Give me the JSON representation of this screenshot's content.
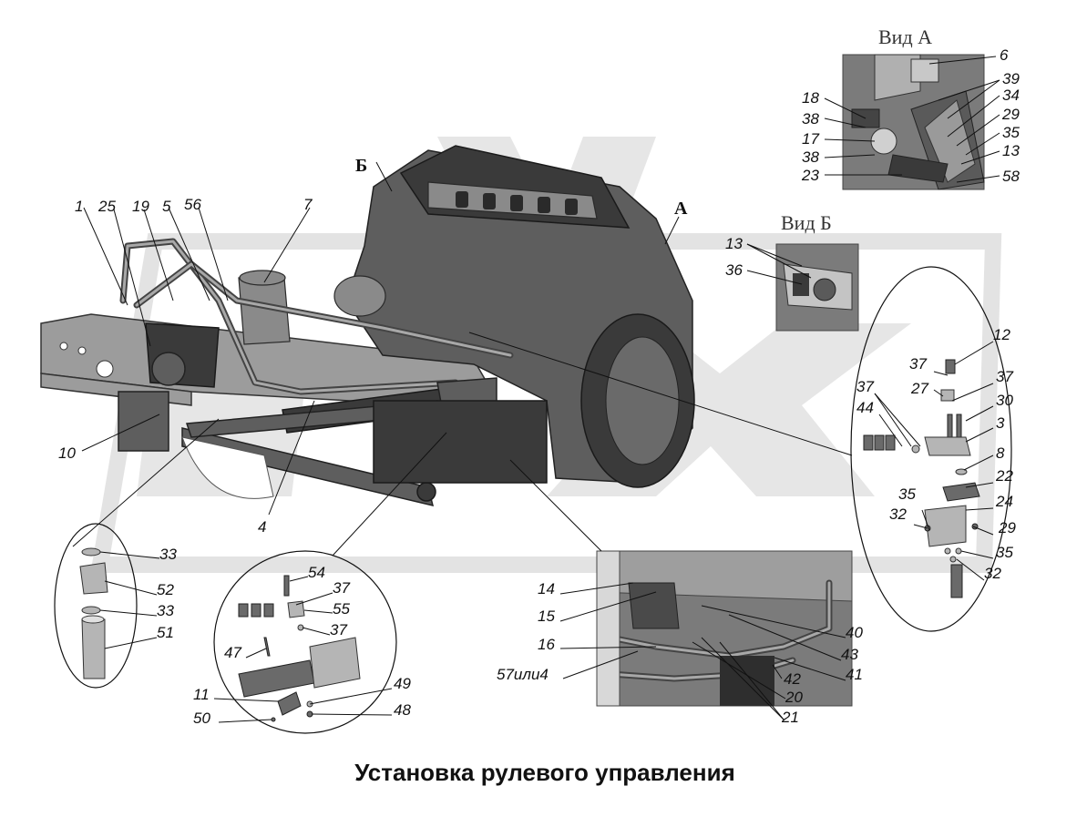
{
  "caption": "Установка рулевого управления",
  "views": {
    "view_a_title": "Вид А",
    "view_b_title": "Вид Б",
    "dir_a": "А",
    "dir_b": "Б"
  },
  "callouts": {
    "main_1": "1",
    "main_25": "25",
    "main_19": "19",
    "main_5": "5",
    "main_56": "56",
    "main_7": "7",
    "main_10": "10",
    "main_4": "4",
    "va_6": "6",
    "va_39": "39",
    "va_18": "18",
    "va_34": "34",
    "va_38a": "38",
    "va_29": "29",
    "va_17": "17",
    "va_35": "35",
    "va_38b": "38",
    "va_13": "13",
    "va_23": "23",
    "va_58": "58",
    "vb_13": "13",
    "vb_36": "36",
    "r_12": "12",
    "r_37a": "37",
    "r_27": "27",
    "r_37b": "37",
    "r_37c": "37",
    "r_30": "30",
    "r_44": "44",
    "r_3": "3",
    "r_8": "8",
    "r_22": "22",
    "r_24": "24",
    "r_35a": "35",
    "r_32a": "32",
    "r_29": "29",
    "r_35b": "35",
    "r_32b": "32",
    "l_33a": "33",
    "l_52": "52",
    "l_33b": "33",
    "l_51": "51",
    "c_54": "54",
    "c_37a": "37",
    "c_55": "55",
    "c_37b": "37",
    "c_47": "47",
    "c_49": "49",
    "c_11": "11",
    "c_48": "48",
    "c_50": "50",
    "b_14": "14",
    "b_15": "15",
    "b_40": "40",
    "b_16": "16",
    "b_43": "43",
    "b_57": "57или4",
    "b_41": "41",
    "b_42": "42",
    "b_20": "20",
    "b_21": "21"
  }
}
